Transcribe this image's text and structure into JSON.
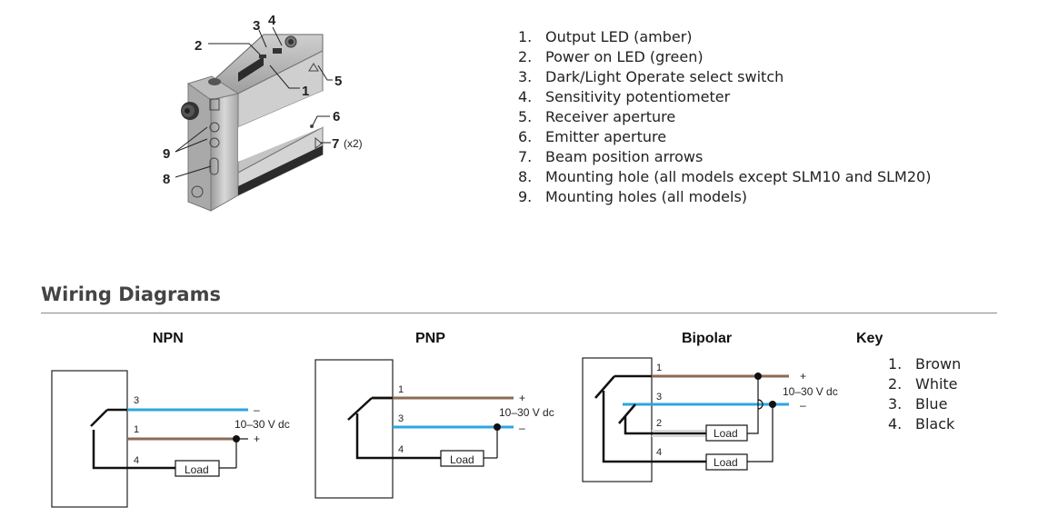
{
  "product_callouts": {
    "c1": "1",
    "c2": "2",
    "c3": "3",
    "c4": "4",
    "c5": "5",
    "c6": "6",
    "c7": "7",
    "c7_note": "(x2)",
    "c8": "8",
    "c9": "9"
  },
  "legend": [
    {
      "num": "1.",
      "text": "Output LED (amber)"
    },
    {
      "num": "2.",
      "text": "Power on LED (green)"
    },
    {
      "num": "3.",
      "text": "Dark/Light Operate select switch"
    },
    {
      "num": "4.",
      "text": "Sensitivity potentiometer"
    },
    {
      "num": "5.",
      "text": "Receiver aperture"
    },
    {
      "num": "6.",
      "text": "Emitter aperture"
    },
    {
      "num": "7.",
      "text": "Beam position arrows"
    },
    {
      "num": "8.",
      "text": "Mounting hole (all models except SLM10 and SLM20)"
    },
    {
      "num": "9.",
      "text": "Mounting holes (all models)"
    }
  ],
  "section": {
    "title": "Wiring Diagrams"
  },
  "npn": {
    "title": "NPN",
    "wire_top": "3",
    "wire_mid": "1",
    "wire_bot": "4",
    "minus": "–",
    "plus": "+",
    "voltage": "10–30 V dc",
    "load": "Load"
  },
  "pnp": {
    "title": "PNP",
    "wire_top": "1",
    "wire_mid": "3",
    "wire_bot": "4",
    "plus": "+",
    "minus": "–",
    "voltage": "10–30 V dc",
    "load": "Load"
  },
  "bipolar": {
    "title": "Bipolar",
    "wire1": "1",
    "wire3": "3",
    "wire2": "2",
    "wire4": "4",
    "plus": "+",
    "minus": "–",
    "voltage": "10–30 V dc",
    "load1": "Load",
    "load2": "Load"
  },
  "key": {
    "title": "Key",
    "items": [
      {
        "num": "1.",
        "text": "Brown"
      },
      {
        "num": "2.",
        "text": "White"
      },
      {
        "num": "3.",
        "text": "Blue"
      },
      {
        "num": "4.",
        "text": "Black"
      }
    ]
  },
  "colors": {
    "brown": "#8b6a55",
    "blue": "#2ca6e0",
    "black": "#111111",
    "white_wire": "#d9d9d9",
    "sensor_body": "#b8b8b8"
  }
}
